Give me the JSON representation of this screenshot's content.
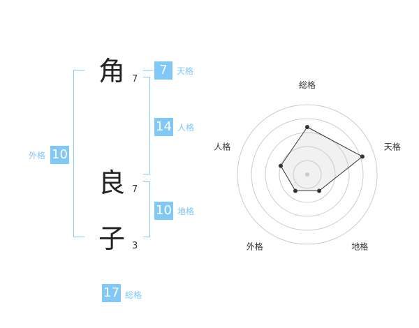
{
  "characters": [
    {
      "char": "角",
      "strokes": "7"
    },
    {
      "char": "良",
      "strokes": "7"
    },
    {
      "char": "子",
      "strokes": "3"
    }
  ],
  "fortunes": {
    "tenkaku": {
      "label": "天格",
      "value": "7"
    },
    "jinkaku": {
      "label": "人格",
      "value": "14"
    },
    "chikaku": {
      "label": "地格",
      "value": "10"
    },
    "gaikaku": {
      "label": "外格",
      "value": "10"
    },
    "soukaku": {
      "label": "総格",
      "value": "17"
    }
  },
  "colors": {
    "accent": "#7fc8f8",
    "text": "#222222",
    "grid": "#cccccc"
  },
  "chart_data": {
    "type": "radar",
    "axes": [
      "総格",
      "天格",
      "地格",
      "外格",
      "人格"
    ],
    "values": [
      0.68,
      0.83,
      0.29,
      0.29,
      0.4
    ],
    "range": [
      0,
      1
    ],
    "rings": 5,
    "title": ""
  }
}
